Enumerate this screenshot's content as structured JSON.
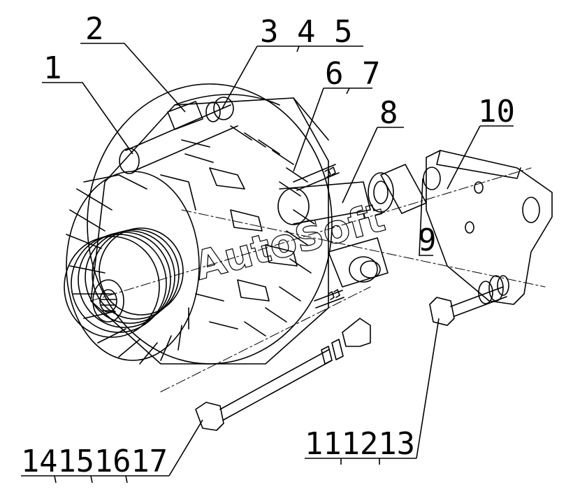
{
  "callouts": {
    "c1": "1",
    "c2": "2",
    "c345": "3 4 5",
    "c67": "6 7",
    "c8": "8",
    "c9": "9",
    "c10": "10",
    "c14_17": "14151617",
    "c11_13": "111213"
  },
  "watermark": "AutoSoft"
}
